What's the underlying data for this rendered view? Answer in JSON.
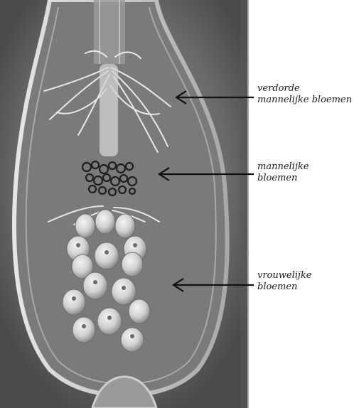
{
  "labels": {
    "withered_male": {
      "line1": "verdorde",
      "line2": "mannelijke bloemen"
    },
    "male": {
      "line1": "mannelijke",
      "line2": "bloemen"
    },
    "female": {
      "line1": "vrouwelijke",
      "line2": "bloemen"
    }
  },
  "colors": {
    "spathe_bg": "#6f6f6f",
    "spathe_rim": "#cfcfcf",
    "female_flower": "#d9d9d9",
    "male_flower": "#2a2a2a",
    "arrow": "#111111"
  }
}
